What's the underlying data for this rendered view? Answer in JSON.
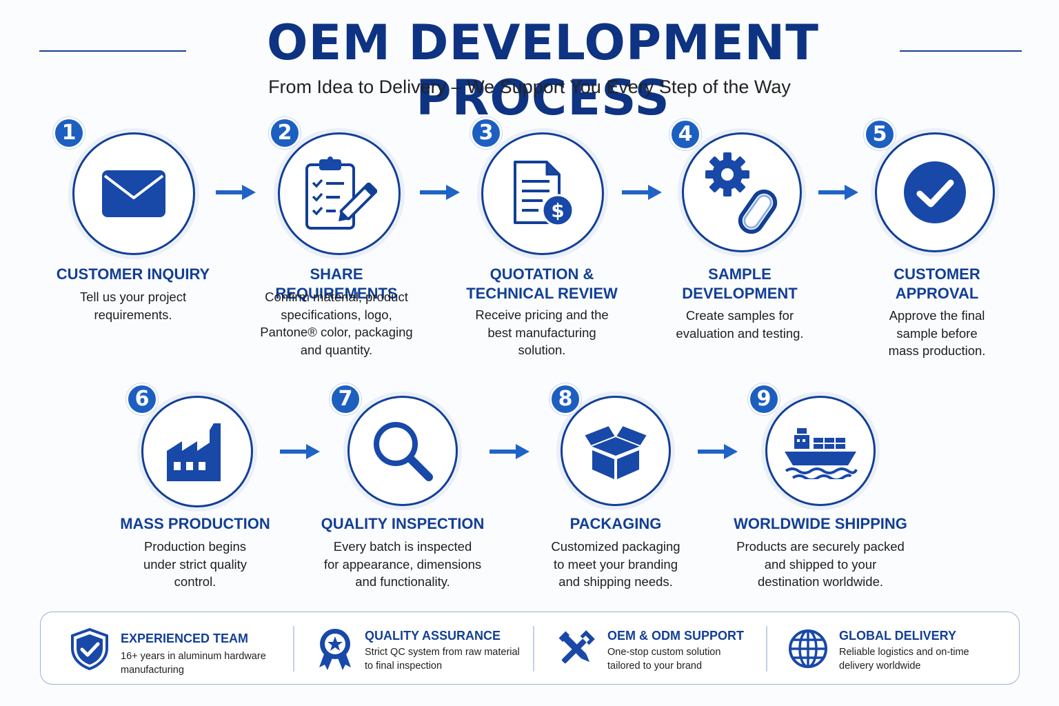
{
  "header": {
    "title": "OEM DEVELOPMENT PROCESS",
    "subtitle": "From Idea to Delivery – We Support You Every Step of the Way"
  },
  "colors": {
    "primary": "#123f96",
    "badge": "#1d5fc1",
    "arrow": "#1f63c6",
    "title": "#0e3382"
  },
  "steps": [
    {
      "number": "1",
      "title_lines": [
        "CUSTOMER INQUIRY"
      ],
      "desc_lines": [
        "Tell us your project",
        "requirements."
      ],
      "icon": "envelope-icon"
    },
    {
      "number": "2",
      "title_lines": [
        "SHARE REQUIREMENTS"
      ],
      "desc_lines": [
        "Confirm material, product",
        "specifications, logo,",
        "Pantone® color, packaging",
        "and quantity."
      ],
      "icon": "clipboard-checklist-icon"
    },
    {
      "number": "3",
      "title_lines": [
        "QUOTATION &",
        "TECHNICAL REVIEW"
      ],
      "desc_lines": [
        "Receive pricing and the",
        "best manufacturing",
        "solution."
      ],
      "icon": "document-dollar-icon"
    },
    {
      "number": "4",
      "title_lines": [
        "SAMPLE",
        "DEVELOPMENT"
      ],
      "desc_lines": [
        "Create samples for",
        "evaluation and testing."
      ],
      "icon": "gear-carabiner-icon"
    },
    {
      "number": "5",
      "title_lines": [
        "CUSTOMER",
        "APPROVAL"
      ],
      "desc_lines": [
        "Approve the final",
        "sample before",
        "mass production."
      ],
      "icon": "checkmark-circle-icon"
    },
    {
      "number": "6",
      "title_lines": [
        "MASS PRODUCTION"
      ],
      "desc_lines": [
        "Production begins",
        "under strict quality",
        "control."
      ],
      "icon": "factory-icon"
    },
    {
      "number": "7",
      "title_lines": [
        "QUALITY INSPECTION"
      ],
      "desc_lines": [
        "Every batch is inspected",
        "for appearance, dimensions",
        "and functionality."
      ],
      "icon": "magnifier-icon"
    },
    {
      "number": "8",
      "title_lines": [
        "PACKAGING"
      ],
      "desc_lines": [
        "Customized packaging",
        "to meet your branding",
        "and shipping needs."
      ],
      "icon": "open-box-icon"
    },
    {
      "number": "9",
      "title_lines": [
        "WORLDWIDE SHIPPING"
      ],
      "desc_lines": [
        "Products are securely packed",
        "and shipped to your",
        "destination worldwide."
      ],
      "icon": "cargo-ship-icon"
    }
  ],
  "features": [
    {
      "title": "EXPERIENCED TEAM",
      "desc_lines": [
        "16+ years in aluminum hardware",
        "manufacturing"
      ],
      "icon": "shield-check-icon"
    },
    {
      "title": "QUALITY ASSURANCE",
      "desc_lines": [
        "Strict QC system from raw material",
        "to final inspection"
      ],
      "icon": "award-rosette-icon"
    },
    {
      "title": "OEM & ODM SUPPORT",
      "desc_lines": [
        "One-stop custom solution",
        "tailored to your brand"
      ],
      "icon": "tools-icon"
    },
    {
      "title": "GLOBAL DELIVERY",
      "desc_lines": [
        "Reliable logistics and on-time",
        "delivery worldwide"
      ],
      "icon": "globe-icon"
    }
  ]
}
